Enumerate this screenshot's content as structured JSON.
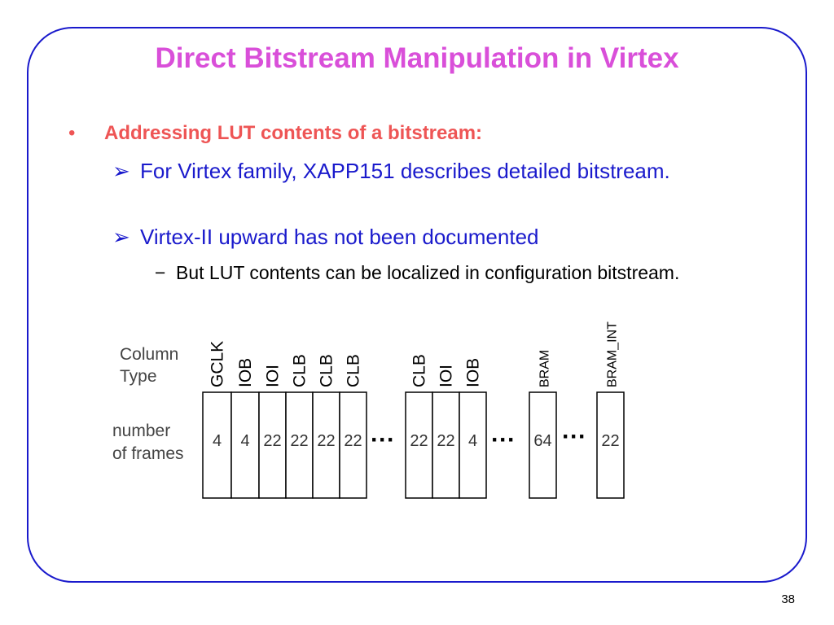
{
  "slide": {
    "title": "Direct Bitstream Manipulation in Virtex",
    "page_number": "38",
    "bullets": {
      "level1": {
        "marker": "•",
        "text": "Addressing LUT contents of a bitstream:"
      },
      "level2": [
        {
          "marker": "➢",
          "text": "For Virtex family, XAPP151 describes detailed bitstream."
        },
        {
          "marker": "➢",
          "text": "Virtex-II upward has not been documented"
        }
      ],
      "level3": {
        "marker": "−",
        "text": "But LUT contents can be localized in configuration bitstream."
      }
    },
    "colors": {
      "title": "#d94fd9",
      "level1": "#ee5555",
      "level2": "#1a1acc",
      "border": "#1a1acc"
    }
  },
  "diagram": {
    "row_label_top": [
      "Column",
      "Type"
    ],
    "row_label_bottom": [
      "number",
      "of frames"
    ],
    "ellipsis": "···",
    "columns": [
      {
        "type": "GCLK",
        "frames": "4"
      },
      {
        "type": "IOB",
        "frames": "4"
      },
      {
        "type": "IOI",
        "frames": "22"
      },
      {
        "type": "CLB",
        "frames": "22"
      },
      {
        "type": "CLB",
        "frames": "22"
      },
      {
        "type": "CLB",
        "frames": "22"
      },
      {
        "type": "CLB",
        "frames": "22"
      },
      {
        "type": "IOI",
        "frames": "22"
      },
      {
        "type": "IOB",
        "frames": "4"
      },
      {
        "type": "BRAM",
        "frames": "64"
      },
      {
        "type": "BRAM_INT",
        "frames": "22"
      }
    ]
  }
}
